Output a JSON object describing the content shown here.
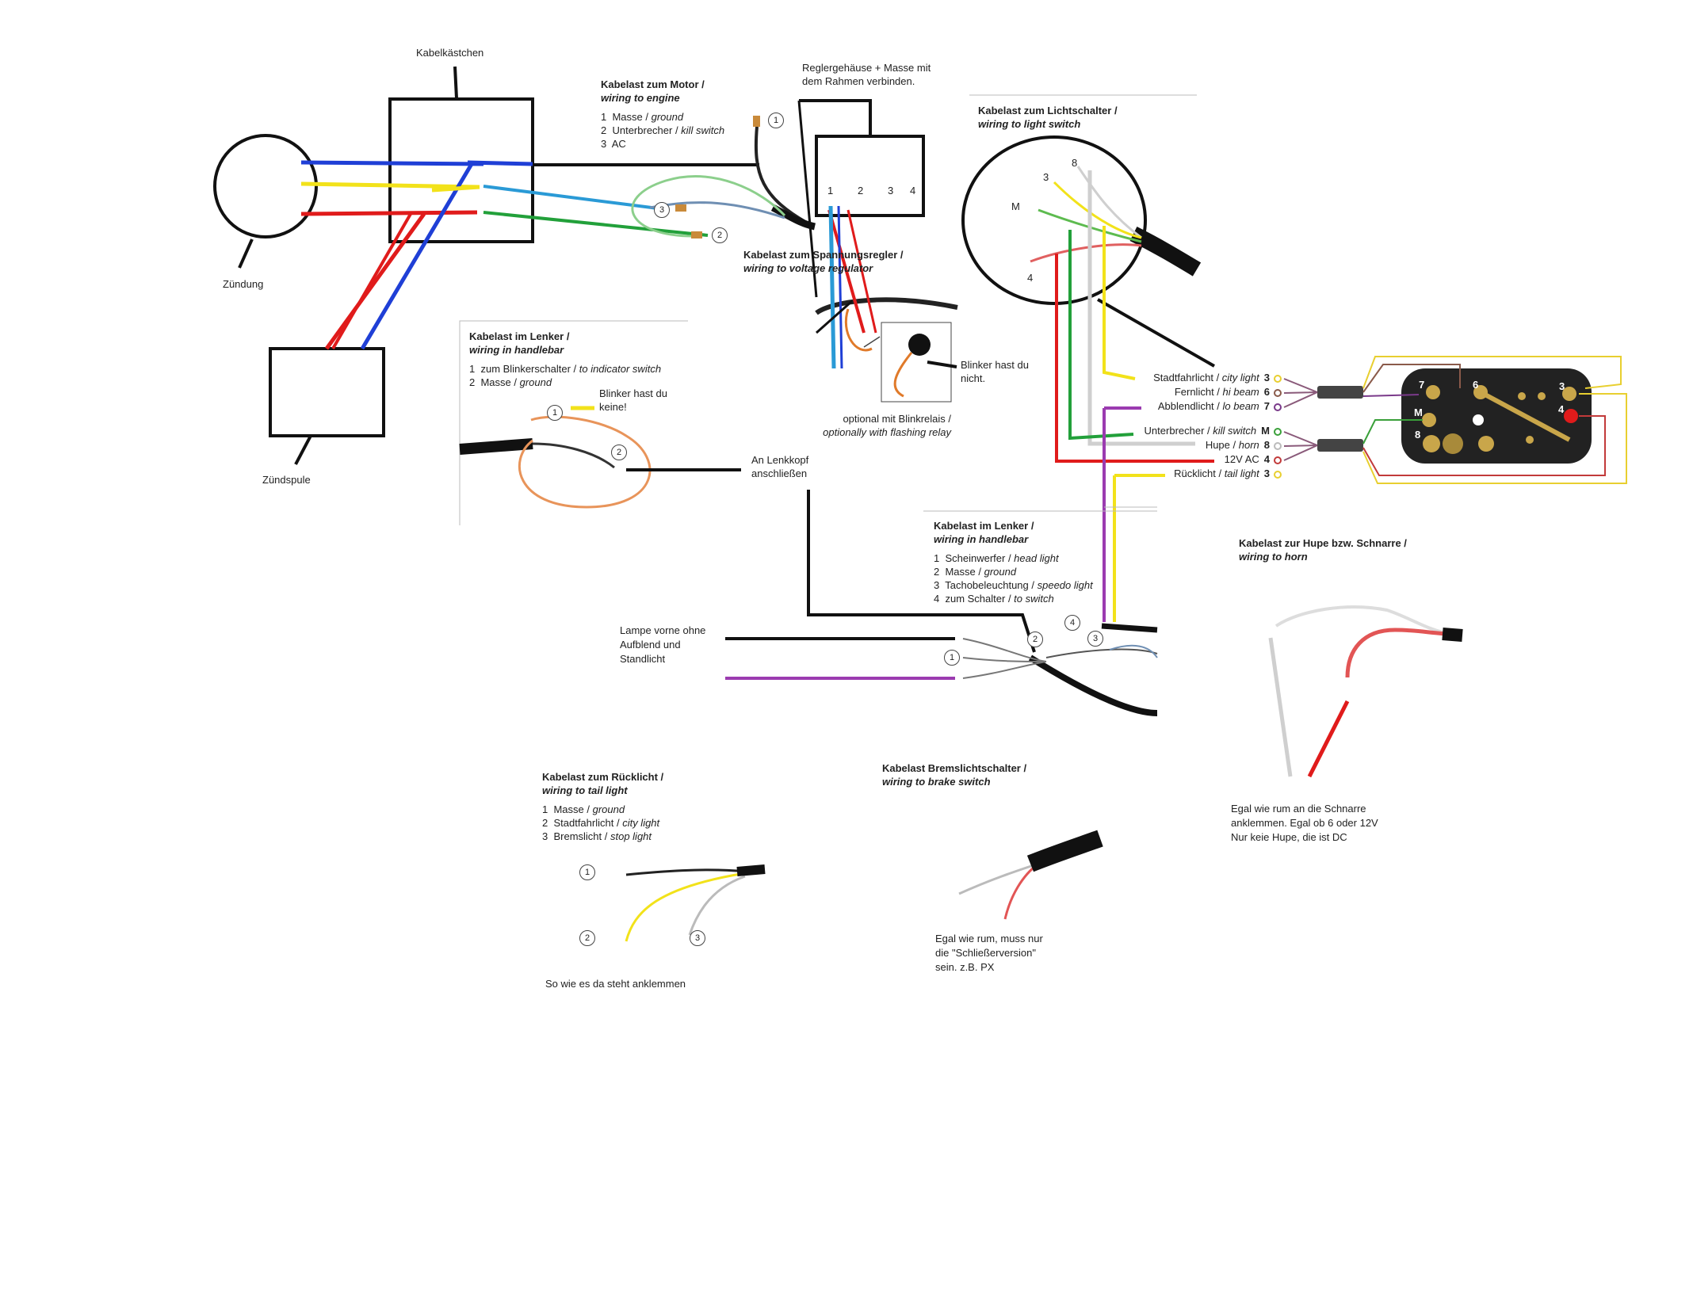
{
  "labels": {
    "kabelkaestchen": "Kabelkästchen",
    "zuendung": "Zündung",
    "zuendspule": "Zündspule",
    "regler_note_1": "Reglergehäuse + Masse mit",
    "regler_note_2": "dem Rahmen verbinden.",
    "blinker_note_1": "Blinker hast du",
    "blinker_note_2": "nicht.",
    "blinker_keine_1": "Blinker hast du",
    "blinker_keine_2": "keine!",
    "lenkkopf_1": "An Lenkkopf",
    "lenkkopf_2": "anschließen",
    "lampe_1": "Lampe vorne ohne",
    "lampe_2": "Aufblend und",
    "lampe_3": "Standlicht",
    "tail_note": "So wie es da steht anklemmen",
    "brake_note_1": "Egal wie rum, muss nur",
    "brake_note_2": "die \"Schließerversion\"",
    "brake_note_3": "sein. z.B. PX",
    "horn_note_1": "Egal wie rum an die Schnarre",
    "horn_note_2": "anklemmen. Egal ob 6 oder 12V",
    "horn_note_3": "Nur keie Hupe, die ist DC",
    "blinkrelais_1": "optional mit Blinkrelais /",
    "blinkrelais_2": "optionally with flashing relay"
  },
  "motor": {
    "title": "Kabelast zum Motor /",
    "subtitle": "wiring to engine",
    "items": [
      {
        "n": "1",
        "de": "Masse / ",
        "en": "ground"
      },
      {
        "n": "2",
        "de": "Unterbrecher / ",
        "en": "kill switch"
      },
      {
        "n": "3",
        "de": "AC",
        "en": ""
      }
    ],
    "markers": [
      "1",
      "3",
      "2"
    ]
  },
  "regler": {
    "title": "Kabelast zum Spannungsregler /",
    "subtitle": "wiring to voltage regulator",
    "terminals": [
      "1",
      "2",
      "3",
      "4"
    ]
  },
  "lichtschalter": {
    "title": "Kabelast zum Lichtschalter /",
    "subtitle": "wiring to light switch",
    "wire_labels": [
      "8",
      "3",
      "M",
      "4"
    ]
  },
  "switch_terminals": [
    {
      "de": "Stadtfahrlicht / ",
      "en": "city light",
      "n": "3"
    },
    {
      "de": "Fernlicht / ",
      "en": "hi beam",
      "n": "6"
    },
    {
      "de": "Abblendlicht / ",
      "en": "lo beam",
      "n": "7"
    },
    {
      "de": "Unterbrecher / ",
      "en": "kill switch",
      "n": "M"
    },
    {
      "de": "Hupe / ",
      "en": "horn",
      "n": "8"
    },
    {
      "de": "12V AC",
      "en": "",
      "n": "4"
    },
    {
      "de": "Rücklicht / ",
      "en": "tail light",
      "n": "3"
    }
  ],
  "switch_body_labels": [
    "7",
    "6",
    "3",
    "M",
    "4",
    "8"
  ],
  "lenker_small": {
    "title": "Kabelast im Lenker /",
    "subtitle": "wiring in handlebar",
    "items": [
      {
        "n": "1",
        "de": "zum Blinkerschalter / ",
        "en": "to indicator switch"
      },
      {
        "n": "2",
        "de": "Masse / ",
        "en": "ground"
      }
    ],
    "markers": [
      "1",
      "2"
    ]
  },
  "lenker_big": {
    "title": "Kabelast im Lenker /",
    "subtitle": "wiring in handlebar",
    "items": [
      {
        "n": "1",
        "de": "Scheinwerfer / ",
        "en": "head light"
      },
      {
        "n": "2",
        "de": "Masse / ",
        "en": "ground"
      },
      {
        "n": "3",
        "de": "Tachobeleuchtung / ",
        "en": "speedo light"
      },
      {
        "n": "4",
        "de": "zum Schalter / ",
        "en": "to switch"
      }
    ],
    "markers": [
      "4",
      "3",
      "2",
      "1"
    ]
  },
  "horn": {
    "title": "Kabelast zur Hupe bzw. Schnarre /",
    "subtitle": "wiring to horn"
  },
  "tail": {
    "title": "Kabelast zum Rücklicht /",
    "subtitle": "wiring to tail light",
    "items": [
      {
        "n": "1",
        "de": "Masse / ",
        "en": "ground"
      },
      {
        "n": "2",
        "de": "Stadtfahrlicht / ",
        "en": "city light"
      },
      {
        "n": "3",
        "de": "Bremslicht / ",
        "en": "stop light"
      }
    ],
    "markers": [
      "1",
      "2",
      "3"
    ]
  },
  "brake": {
    "title": "Kabelast Bremslichtschalter /",
    "subtitle": "wiring to brake switch"
  },
  "colors": {
    "blue": "#1f3fd6",
    "yellow": "#f2e21a",
    "red": "#e01b1b",
    "green": "#22a03a",
    "lightblue": "#2a9ad6",
    "purple": "#9b3bb0",
    "grey": "#bdbdbd",
    "black": "#111111",
    "orange": "#e8945a"
  }
}
